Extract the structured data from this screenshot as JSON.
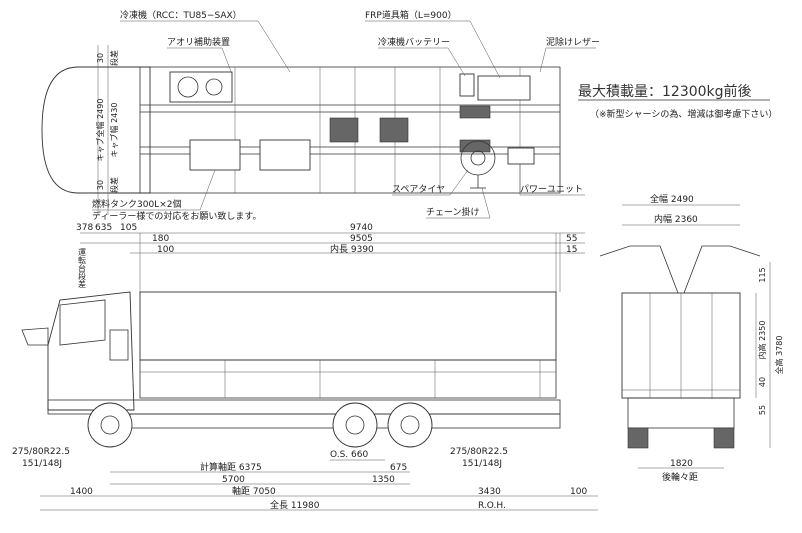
{
  "callouts": {
    "reefer": "冷凍機（RCC：TU85−SAX）",
    "frp_box": "FRP道具箱（L=900）",
    "aori": "アオリ補助装置",
    "reefer_battery": "冷凍機バッテリー",
    "mudguard": "泥除けレザー",
    "spare_tire": "スペアタイヤ",
    "power_unit": "パワーユニット",
    "chain": "チェーン掛け",
    "fuel_tank": "燃料タンク300L×2個",
    "dealer_note": "ディーラー様での対応をお願い致します。"
  },
  "capacity": {
    "label": "最大積載量：12300kg前後",
    "note": "（※新型シャーシの為、増減は御考慮下さい）"
  },
  "plan_dims": {
    "top_30": "30",
    "top_step": "段差",
    "bottom_30": "30",
    "bottom_step": "段差",
    "cab_width": "キャブ全幅 2490",
    "cab_inner": "キャブ幅 2430"
  },
  "side_dims": {
    "d378": "378",
    "d635": "635",
    "d105": "105",
    "d9740": "9740",
    "d180": "180",
    "d9505": "9505",
    "d55": "55",
    "d100": "100",
    "inner_9390": "内長 9390",
    "d15": "15",
    "left_vertical": "運転台段差",
    "tire_front_1": "275/80R22.5",
    "tire_front_2": "151/148J",
    "tire_rear_1": "275/80R22.5",
    "tire_rear_2": "151/148J",
    "os": "O.S. 660",
    "d675": "675",
    "calc_wb": "計算軸距 6375",
    "d5700": "5700",
    "d1350": "1350",
    "d1400": "1400",
    "wheelbase": "軸距 7050",
    "d3430": "3430",
    "d100b": "100",
    "overall": "全長 11980",
    "roh": "R.O.H."
  },
  "rear_dims": {
    "overall_width": "全幅 2490",
    "inner_width": "内幅 2360",
    "d115": "115",
    "inner_height": "内高 2350",
    "overall_height": "全高 3780",
    "d40": "40",
    "d55": "55",
    "track": "1820",
    "track_label": "後輪々距"
  }
}
